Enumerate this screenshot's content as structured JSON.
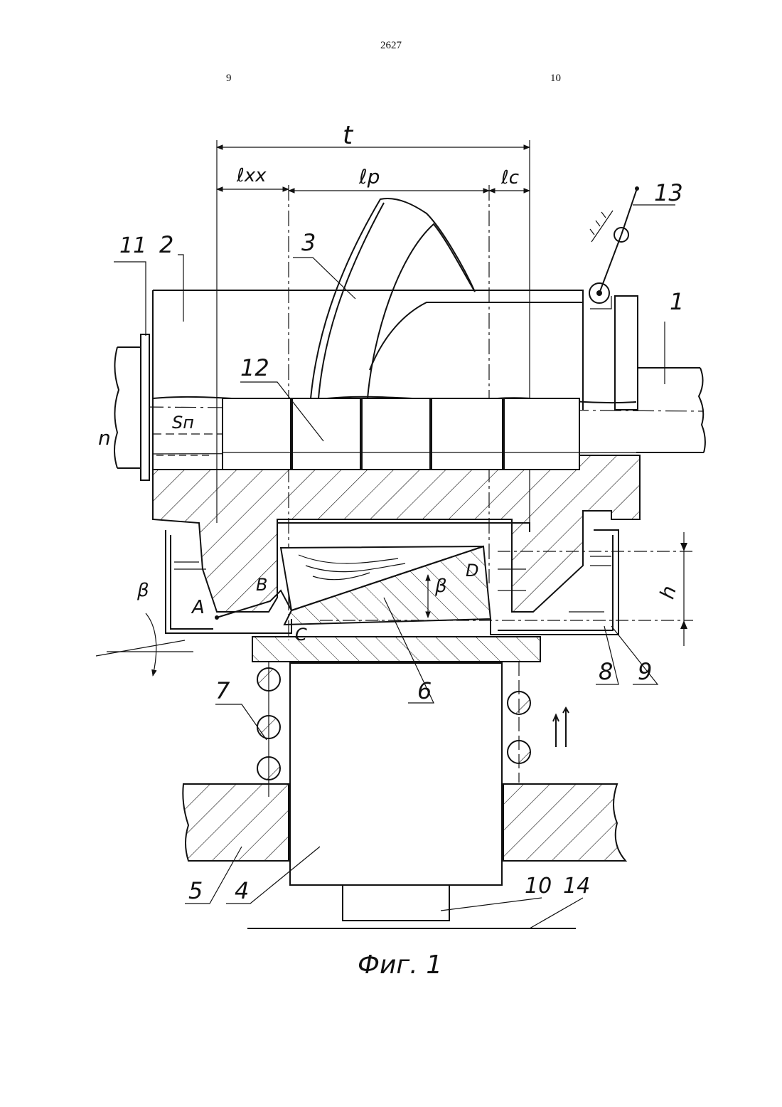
{
  "header": {
    "page_number": "2627",
    "column_left": "9",
    "column_right": "10"
  },
  "figure": {
    "caption": "Фиг. 1",
    "dimensions": {
      "t": "t",
      "lxx": "ℓxx",
      "lp": "ℓp",
      "lc": "ℓc",
      "sn": "Sп",
      "n": "n",
      "h": "h",
      "beta_left": "β",
      "beta_inner": "β"
    },
    "points": {
      "A": "A",
      "B": "B",
      "C": "C",
      "D": "D"
    },
    "callouts": [
      "1",
      "2",
      "3",
      "4",
      "5",
      "6",
      "7",
      "8",
      "9",
      "10",
      "11",
      "12",
      "13",
      "14"
    ]
  }
}
